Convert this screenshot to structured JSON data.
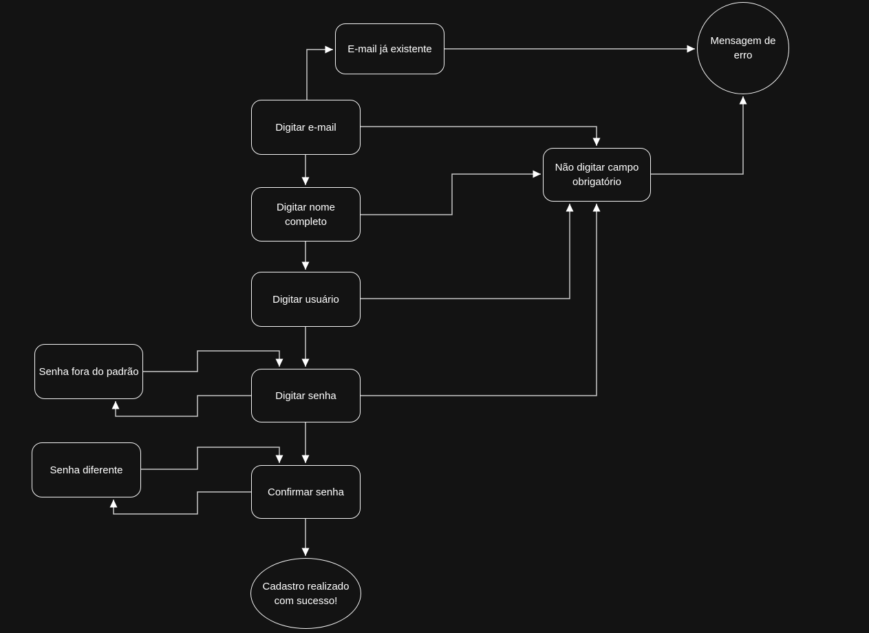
{
  "app": {
    "background_color": "#131313",
    "node_border_color": "#f5f5f5",
    "connector_color": "#c8c8c8",
    "arrowhead_color": "#ffffff",
    "text_color": "#ffffff"
  },
  "diagram": {
    "type": "flowchart",
    "topic": "user-registration-flow",
    "nodes": [
      {
        "id": "email-ja-existente",
        "label": "E-mail já existente",
        "shape": "rounded-rect"
      },
      {
        "id": "mensagem-de-erro",
        "label": "Mensagem de erro",
        "shape": "circle"
      },
      {
        "id": "digitar-email",
        "label": "Digitar e-mail",
        "shape": "rounded-rect"
      },
      {
        "id": "nao-digitar-campo-obrigatorio",
        "label": "Não digitar campo obrigatório",
        "shape": "rounded-rect"
      },
      {
        "id": "digitar-nome-completo",
        "label": "Digitar nome completo",
        "shape": "rounded-rect"
      },
      {
        "id": "digitar-usuario",
        "label": "Digitar usuário",
        "shape": "rounded-rect"
      },
      {
        "id": "senha-fora-do-padrao",
        "label": "Senha fora do padrão",
        "shape": "rounded-rect"
      },
      {
        "id": "digitar-senha",
        "label": "Digitar senha",
        "shape": "rounded-rect"
      },
      {
        "id": "senha-diferente",
        "label": "Senha diferente",
        "shape": "rounded-rect"
      },
      {
        "id": "confirmar-senha",
        "label": "Confirmar senha",
        "shape": "rounded-rect"
      },
      {
        "id": "cadastro-realizado",
        "label": "Cadastro realizado com sucesso!",
        "shape": "ellipse"
      }
    ],
    "edges": [
      {
        "from": "digitar-email",
        "to": "email-ja-existente"
      },
      {
        "from": "email-ja-existente",
        "to": "mensagem-de-erro"
      },
      {
        "from": "digitar-email",
        "to": "digitar-nome-completo"
      },
      {
        "from": "digitar-email",
        "to": "nao-digitar-campo-obrigatorio"
      },
      {
        "from": "digitar-nome-completo",
        "to": "digitar-usuario"
      },
      {
        "from": "digitar-nome-completo",
        "to": "nao-digitar-campo-obrigatorio"
      },
      {
        "from": "digitar-usuario",
        "to": "digitar-senha"
      },
      {
        "from": "digitar-usuario",
        "to": "nao-digitar-campo-obrigatorio"
      },
      {
        "from": "digitar-senha",
        "to": "confirmar-senha"
      },
      {
        "from": "digitar-senha",
        "to": "nao-digitar-campo-obrigatorio"
      },
      {
        "from": "senha-fora-do-padrao",
        "to": "digitar-senha"
      },
      {
        "from": "digitar-senha",
        "to": "senha-fora-do-padrao"
      },
      {
        "from": "senha-diferente",
        "to": "confirmar-senha"
      },
      {
        "from": "confirmar-senha",
        "to": "senha-diferente"
      },
      {
        "from": "confirmar-senha",
        "to": "cadastro-realizado"
      },
      {
        "from": "nao-digitar-campo-obrigatorio",
        "to": "mensagem-de-erro"
      }
    ]
  }
}
